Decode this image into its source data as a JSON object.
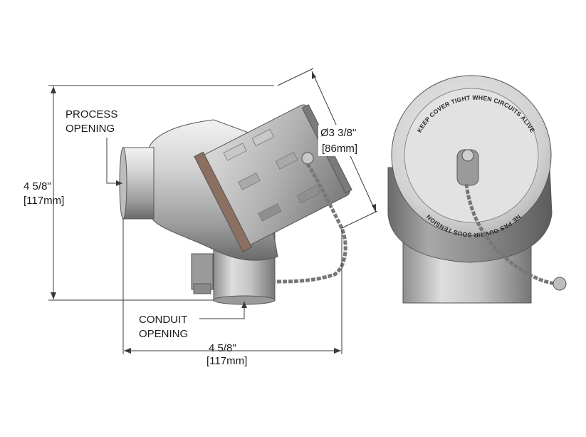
{
  "labels": {
    "process_opening": [
      "PROCESS",
      "OPENING"
    ],
    "conduit_opening": [
      "CONDUIT",
      "OPENING"
    ],
    "height": {
      "imperial": "4 5/8\"",
      "metric": "[117mm]"
    },
    "width": {
      "imperial": "4 5/8\"",
      "metric": "[117mm]"
    },
    "diameter": {
      "imperial": "Ø3 3/8\"",
      "metric": "[86mm]"
    }
  },
  "cover_text": {
    "top": "KEEP COVER TIGHT WHEN CIRCUITS ALIVE",
    "bottom": "NE PAS OUVRIR SOUS TENSION"
  },
  "colors": {
    "line": "#3a3a3a",
    "metal_light": "#e6e6e6",
    "metal_mid": "#b4b4b4",
    "metal_dark": "#6e6e6e"
  }
}
